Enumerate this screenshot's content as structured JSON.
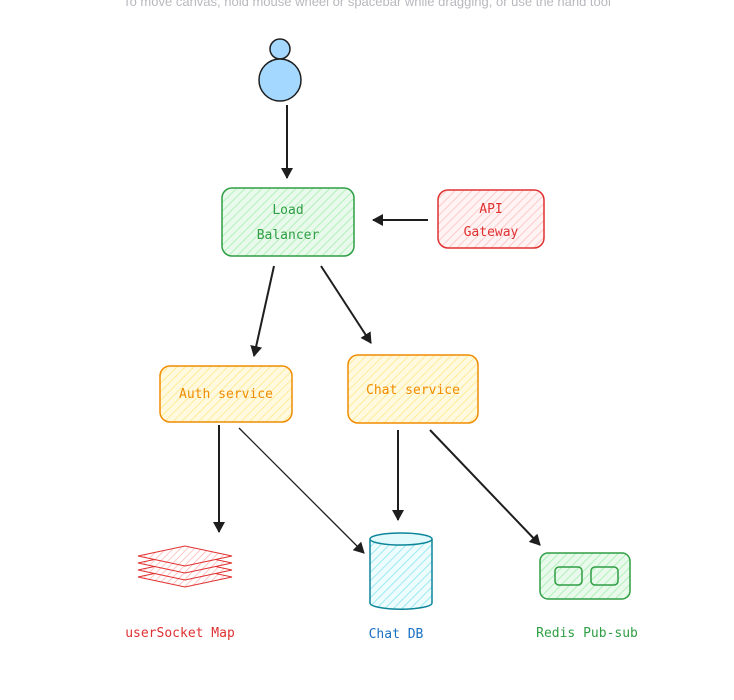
{
  "hint": "To move canvas, hold mouse wheel or spacebar while dragging, or use the hand tool",
  "nodes": {
    "load_balancer": {
      "line1": "Load",
      "line2": "Balancer"
    },
    "api_gateway": {
      "line1": "API",
      "line2": "Gateway"
    },
    "auth_service": {
      "label": "Auth service"
    },
    "chat_service": {
      "label": "Chat service"
    },
    "user_socket_map": {
      "label": "userSocket Map"
    },
    "chat_db": {
      "label": "Chat DB"
    },
    "redis_pubsub": {
      "label": "Redis Pub-sub"
    }
  },
  "colors": {
    "green": "#2f9e44",
    "green_fill": "#b2f2bb",
    "red": "#e03131",
    "red_fill": "#ffc9c9",
    "orange": "#f08c00",
    "orange_fill": "#ffec99",
    "blue": "#1971c2",
    "teal": "#0c8599",
    "teal_fill": "#99e9f2",
    "user_fill": "#a5d8ff"
  },
  "icons": [
    "user-icon",
    "stacked-layers-icon",
    "database-cylinder-icon",
    "pubsub-device-icon"
  ]
}
